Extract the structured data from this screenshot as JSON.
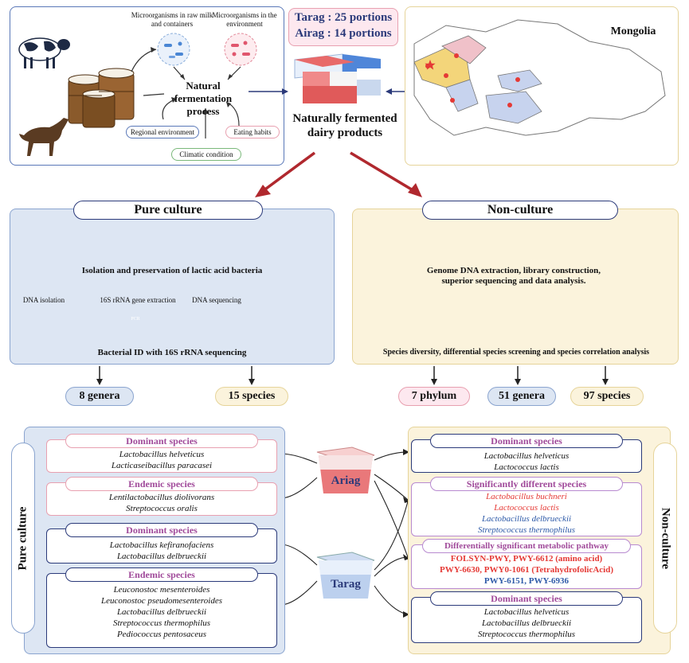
{
  "top": {
    "raw_milk_label": "Microorganisms in raw milk and containers",
    "environment_label": "Microorganisms in the environment",
    "process_label": "Natural fermentation process",
    "factors": [
      "Regional environment",
      "Climatic condition",
      "Eating habits"
    ],
    "tarag_portions": "Tarag : 25 portions",
    "airag_portions": "Airag : 14 portions",
    "product_label": "Naturally fermented dairy products",
    "map_title": "Mongolia"
  },
  "pure_culture": {
    "title": "Pure culture",
    "step1_caption": "Isolation and preservation of lactic acid bacteria",
    "dna_isolation": "DNA isolation",
    "rrna_extraction": "16S rRNA gene extraction",
    "dna_sequencing": "DNA sequencing",
    "step2_caption": "Bacterial ID with 16S rRNA sequencing",
    "pcr_label": "PCR",
    "results": [
      "8 genera",
      "15 species"
    ]
  },
  "non_culture": {
    "title": "Non-culture",
    "step1_caption": "Genome DNA extraction, library construction, superior sequencing and data analysis.",
    "step2_caption": "Species diversity, differential species screening and species correlation analysis",
    "results": [
      "7 phylum",
      "51 genera",
      "97 species"
    ]
  },
  "bottom": {
    "left_side_label": "Pure culture",
    "right_side_label": "Non-culture",
    "ariag_label": "Ariag",
    "tarag_label": "Tarag",
    "left_boxes": [
      {
        "header": "Dominant species",
        "items": [
          "Lactobacillus helveticus",
          "Lacticaseibacillus paracasei"
        ]
      },
      {
        "header": "Endemic species",
        "items": [
          "Lentilactobacillus diolivorans",
          "Streptococcus oralis"
        ]
      },
      {
        "header": "Dominant species",
        "items": [
          "Lactobacillus kefiranofaciens",
          "Lactobacillus delbrueckii"
        ]
      },
      {
        "header": "Endemic species",
        "items": [
          "Leuconostoc mesenteroides",
          "Leuconostoc pseudomesenteroides",
          "Lactobacillus delbrueckii",
          "Streptococcus thermophilus",
          "Pediococcus pentosaceus"
        ]
      }
    ],
    "right_boxes": [
      {
        "header": "Dominant species",
        "items": [
          "Lactobacillus helveticus",
          "Lactococcus lactis"
        ]
      },
      {
        "header": "Significantly different species",
        "items": [
          "Lactobacillus buchneri",
          "Lactococcus lactis",
          "Lactobacillus delbrueckii",
          "Streptococcus thermophilus"
        ]
      },
      {
        "header": "Differentially significant metabolic pathway",
        "items": [
          "FOLSYN-PWY, PWY-6612 (amino acid)",
          "PWY-6630, PWY0-1061 (TetrahydrofolicAcid)",
          "PWY-6151, PWY-6936"
        ]
      },
      {
        "header": "Dominant species",
        "items": [
          "Lactobacillus helveticus",
          "Lactobacillus delbrueckii",
          "Streptococcus thermophilus"
        ]
      }
    ]
  },
  "colors": {
    "ariag_red": "#e53935",
    "tarag_blue": "#2e5aa8",
    "pink_border": "#e8a0b0",
    "navy_border": "#2b3a7a",
    "purple_header": "#a04a9a",
    "pure_panel_bg": "#dde6f3",
    "non_panel_bg": "#fbf3dc",
    "arrow_dark_red": "#b0282e"
  }
}
